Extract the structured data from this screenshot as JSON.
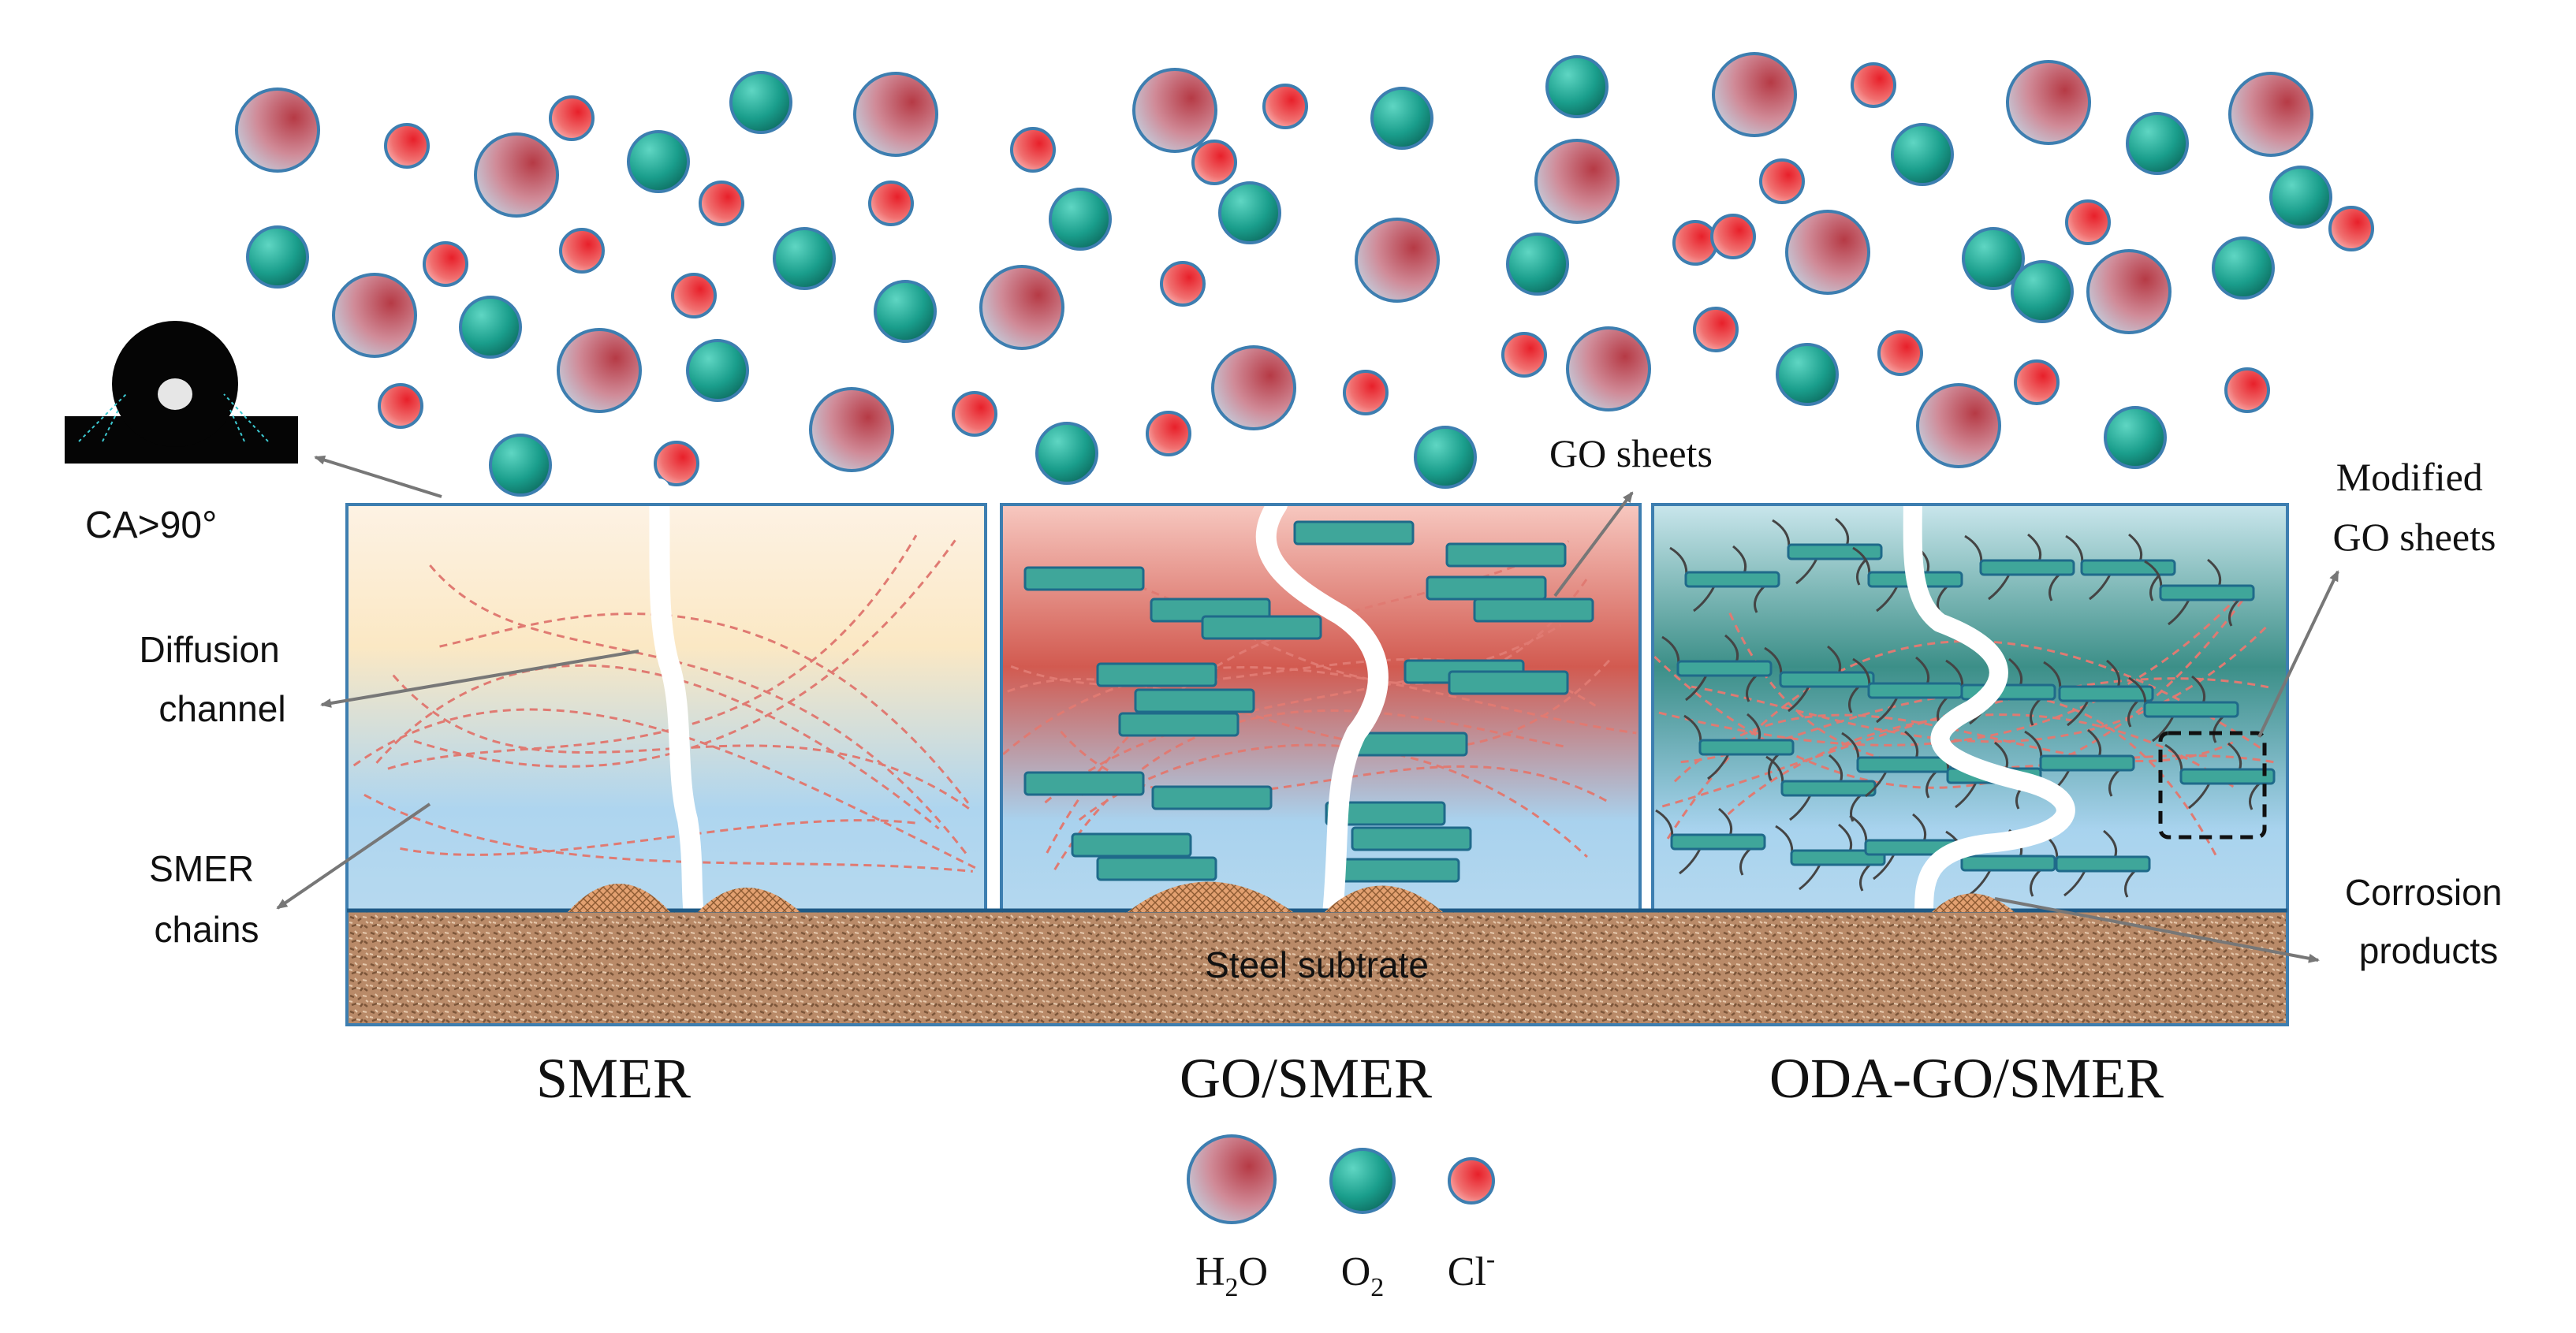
{
  "panels": [
    {
      "title": "SMER"
    },
    {
      "title": "GO/SMER"
    },
    {
      "title": "ODA-GO/SMER"
    }
  ],
  "substrate_label": "Steel  subtrate",
  "annotations": {
    "contact_angle": "CA>90°",
    "diffusion_channel": [
      "Diffusion",
      "channel"
    ],
    "smer_chains": [
      "SMER",
      "chains"
    ],
    "go_sheets": "GO sheets",
    "modified_go_sheets": [
      "Modified",
      "GO sheets"
    ],
    "corrosion_products": [
      "Corrosion",
      "products"
    ]
  },
  "legend": {
    "h2o": {
      "main": "H",
      "sub": "2",
      "tail": "O"
    },
    "o2": {
      "main": "O",
      "sub": "2"
    },
    "cl": {
      "main": "Cl",
      "sup": "-"
    }
  },
  "colors": {
    "h2o": "#c0454f",
    "o2": "#1a9e8c",
    "cl": "#e8202a",
    "sheet": "#3fa69a",
    "substrate": "#b98a68",
    "panel_border": "#3d7eb0",
    "chain": "#e07a72"
  }
}
